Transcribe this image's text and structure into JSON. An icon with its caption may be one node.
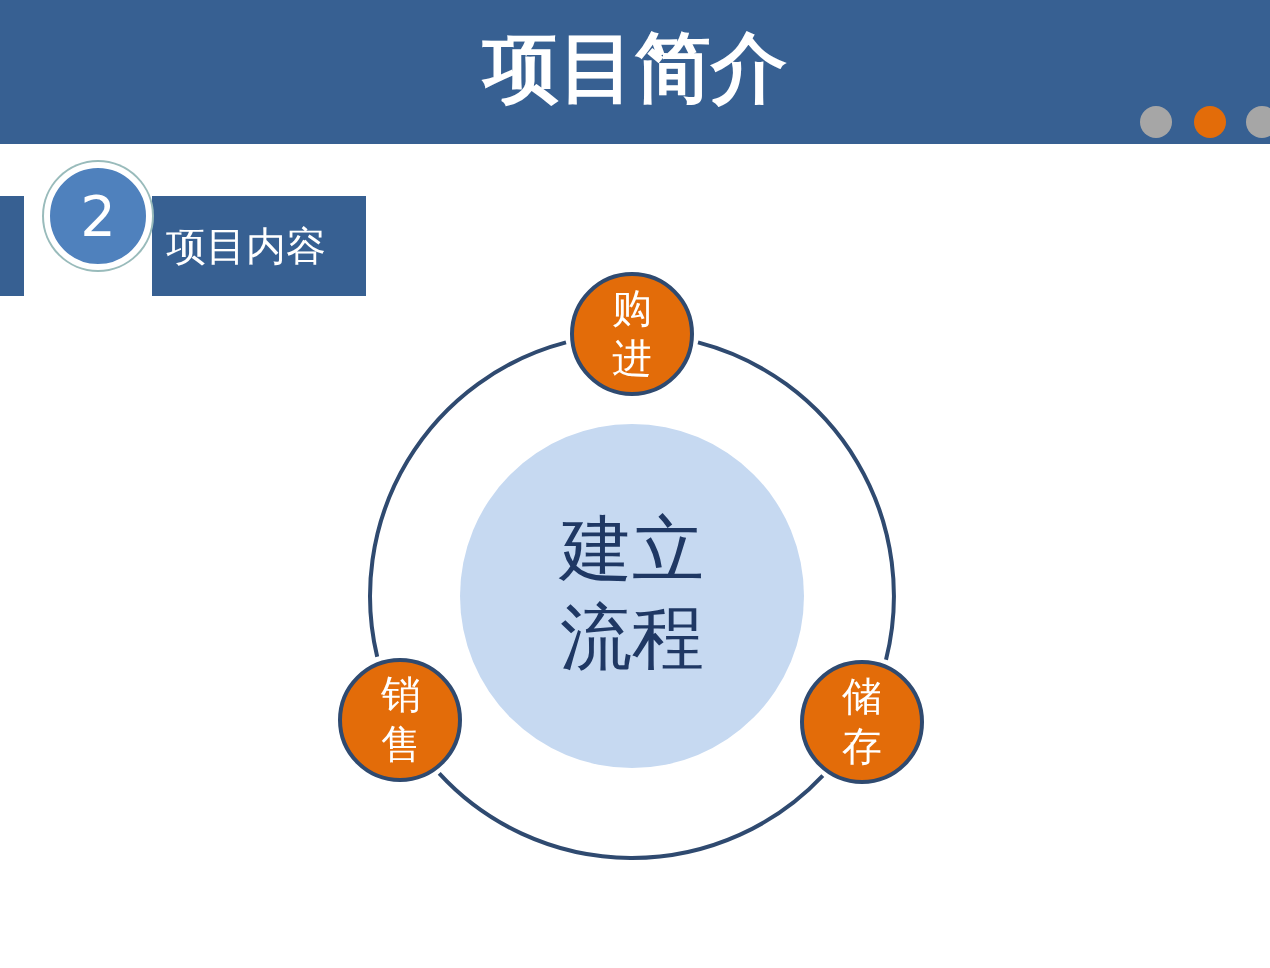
{
  "diagram": {
    "title": "项目简介",
    "nodes": [
      {
        "text": [
          "建立流程"
        ]
      },
      {
        "text": [
          "购进"
        ]
      },
      {
        "text": [
          "储存"
        ]
      },
      {
        "text": [
          "销售"
        ]
      },
      {
        "text": [
          "项目内容"
        ]
      },
      {
        "text": [
          "2"
        ]
      }
    ],
    "edges": [
      {
        "from": 1,
        "to": 2,
        "arrow": "none"
      },
      {
        "from": 2,
        "to": 3,
        "arrow": "none"
      },
      {
        "from": 3,
        "to": 1,
        "arrow": "none"
      }
    ]
  }
}
